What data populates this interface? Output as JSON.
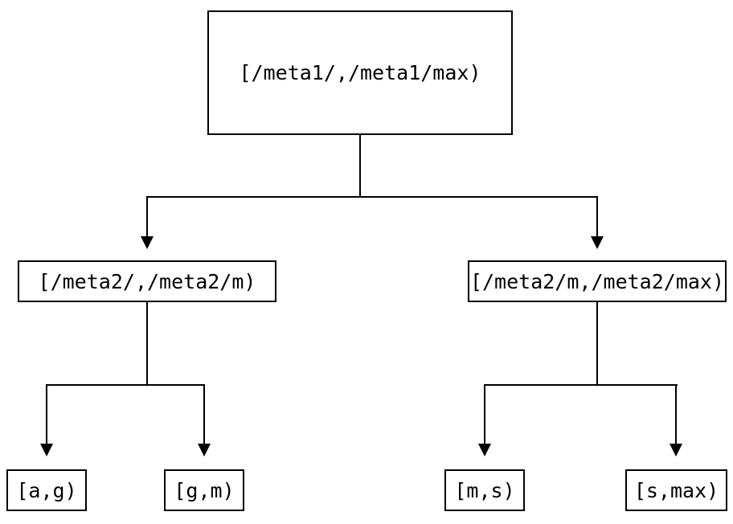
{
  "diagram": {
    "type": "tree",
    "colors": {
      "line": "#000000",
      "text": "#000000",
      "background": "#ffffff"
    },
    "root": {
      "label": "[/meta1/,/meta1/max)"
    },
    "level2": [
      {
        "label": "[/meta2/,/meta2/m)"
      },
      {
        "label": "[/meta2/m,/meta2/max)"
      }
    ],
    "leaves": [
      {
        "label": "[a,g)"
      },
      {
        "label": "[g,m)"
      },
      {
        "label": "[m,s)"
      },
      {
        "label": "[s,max)"
      }
    ]
  }
}
